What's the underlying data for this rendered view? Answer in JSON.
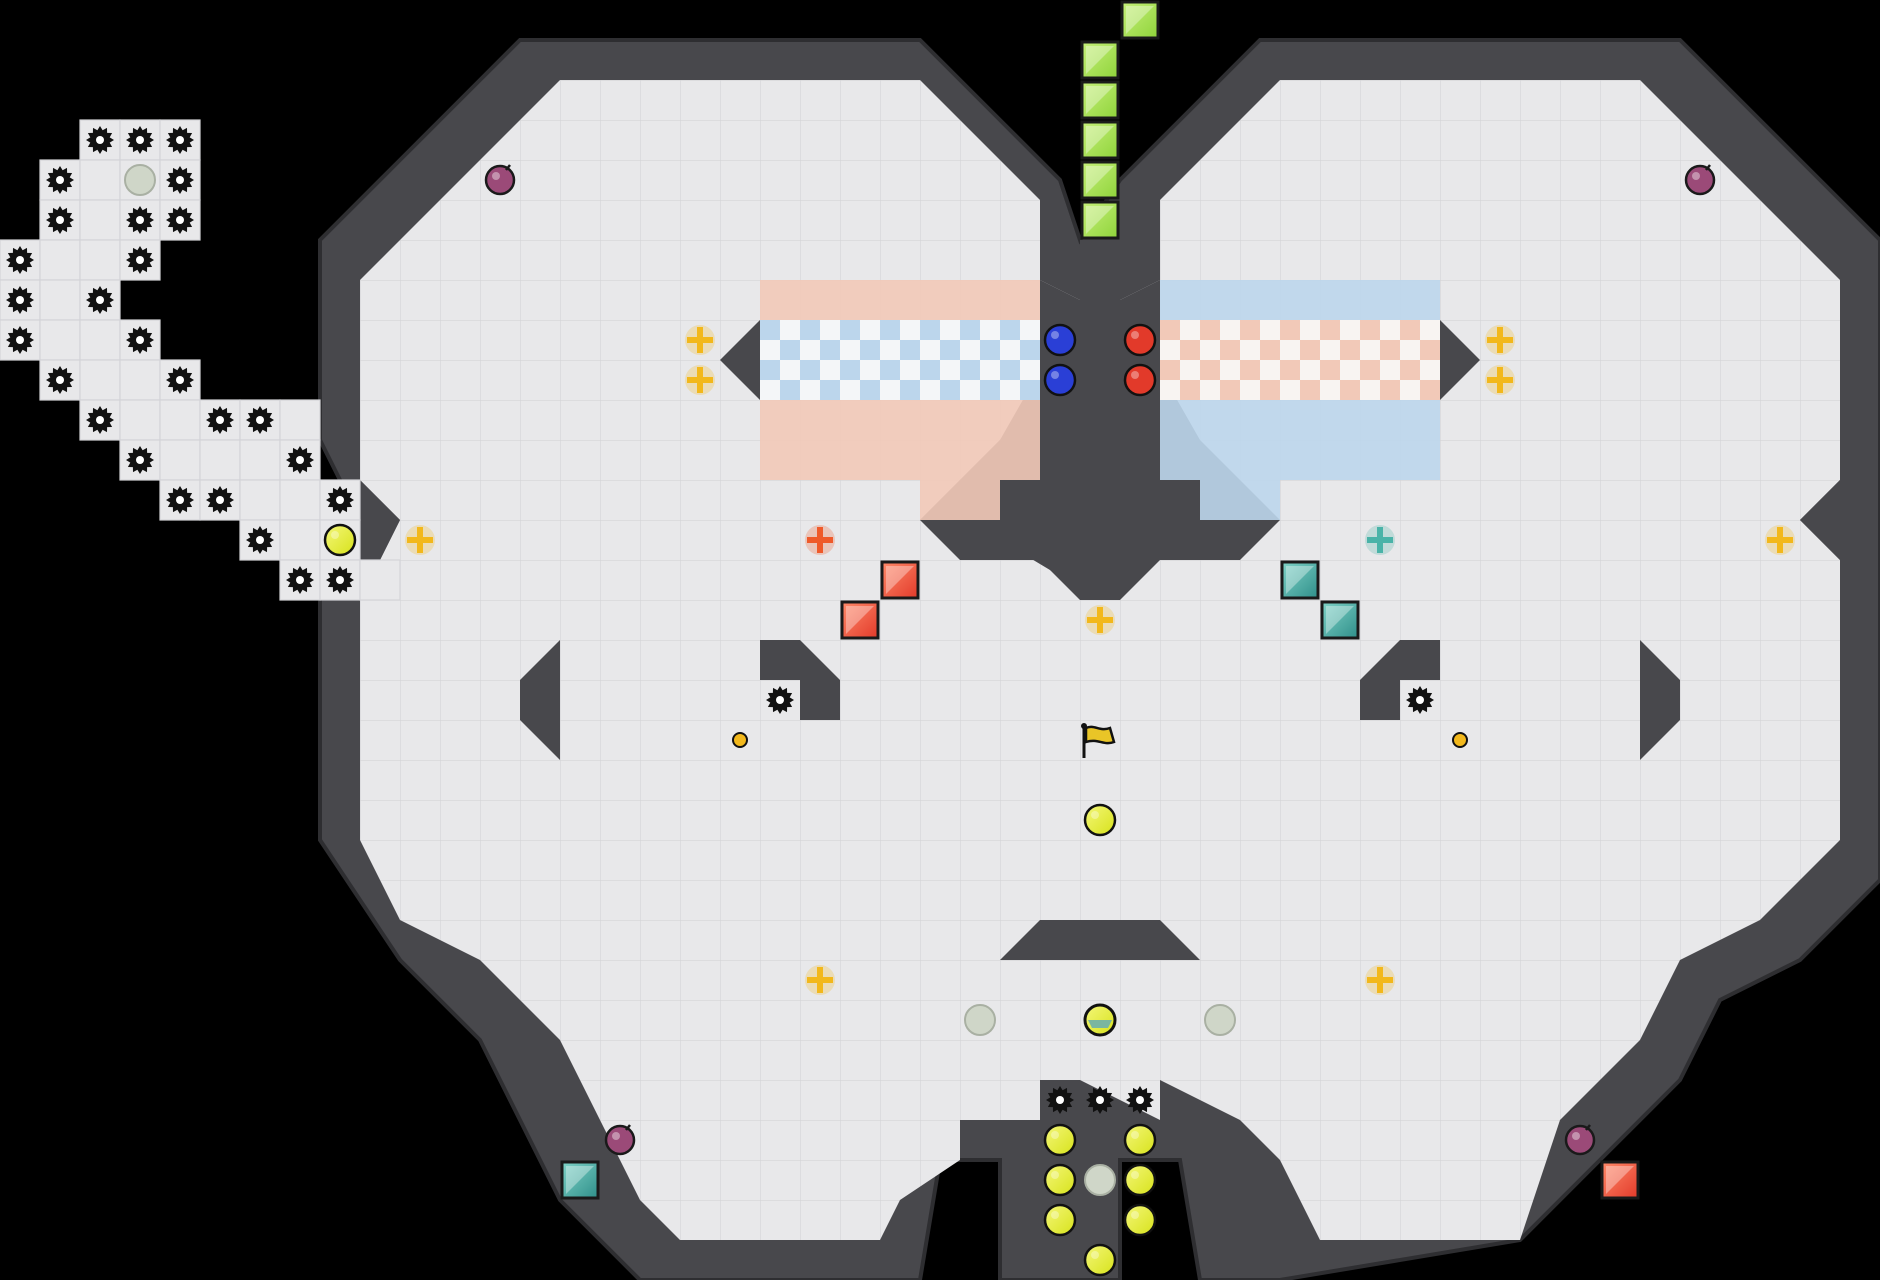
{
  "game": {
    "map_name": "",
    "colors": {
      "background": "#000000",
      "floor": "#e8e8ea",
      "floor_grid": "#d4d4d8",
      "wall": "#48484c",
      "wall_edge": "#2e2e31",
      "team_red": "#e23a2a",
      "team_blue": "#2a3fd6",
      "red_zone": "#f2c9b8",
      "blue_zone": "#bcd6ec",
      "green_block": "#8fd43a",
      "teal_block": "#2f8f8a",
      "yellow_ball": "#d7e21a",
      "boost_yellow": "#f2b81c",
      "boost_red": "#ef5a2a",
      "boost_teal": "#4ab3a8",
      "bomb": "#9b4a78",
      "spike": "#111111",
      "flag": "#e9c527"
    },
    "entities": {
      "flag": {
        "kind": "neutral-flag",
        "icon": "flag-icon"
      },
      "red_ball_count": 2,
      "blue_ball_count": 2,
      "bomb_count": 4,
      "spike_icon": "gear-spike-icon",
      "boost_icon": "plus-arrows-icon",
      "bomb_icon": "bomb-icon",
      "portal_icon": "portal-icon",
      "button_icon": "button-icon"
    }
  }
}
